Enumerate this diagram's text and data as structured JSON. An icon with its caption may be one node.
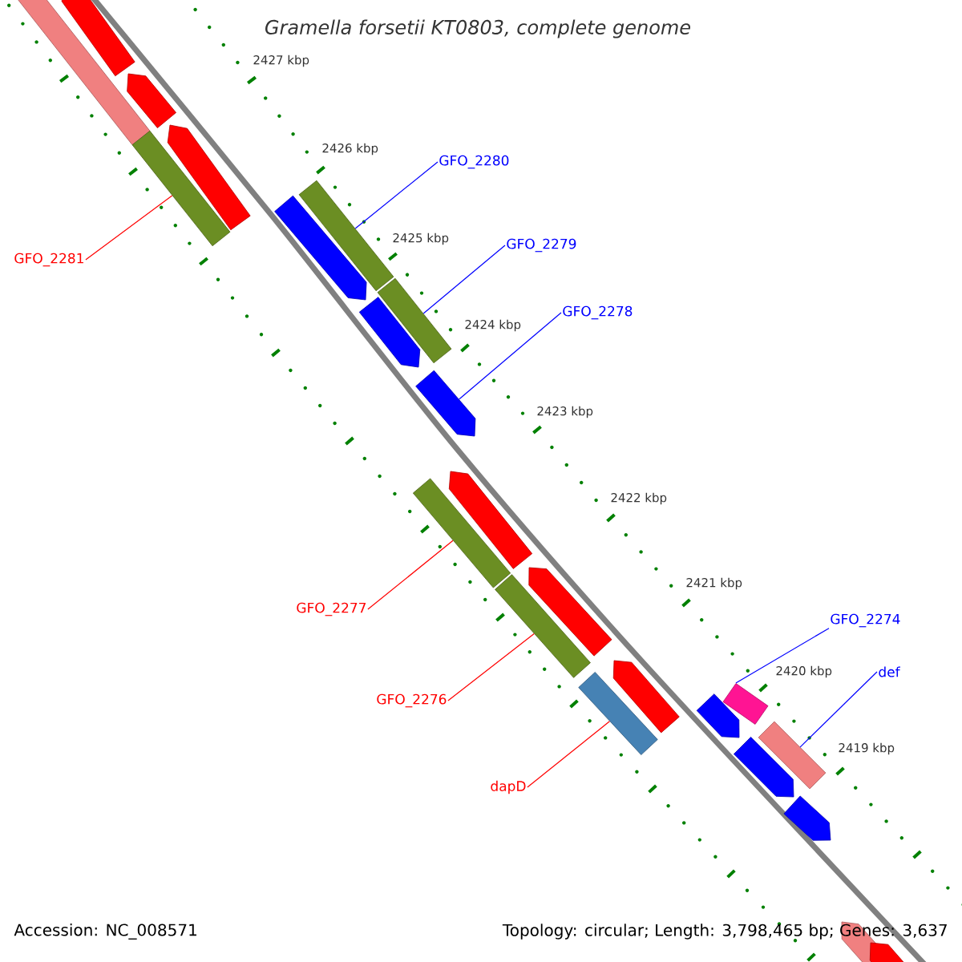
{
  "diagram": {
    "title": "Gramella forsetii KT0803, complete genome",
    "nodes": [
      {
        "text": [
          "GFO_2280"
        ]
      },
      {
        "text": [
          "GFO_2279"
        ]
      },
      {
        "text": [
          "GFO_2281"
        ]
      },
      {
        "text": [
          "GFO_2278"
        ]
      },
      {
        "text": [
          "GFO_2277"
        ]
      },
      {
        "text": [
          "GFO_2274"
        ]
      },
      {
        "text": [
          "def"
        ]
      },
      {
        "text": [
          "GFO_2276"
        ]
      },
      {
        "text": [
          "dapD"
        ]
      },
      {
        "text": [],
        "shape": "bar"
      },
      {
        "text": [],
        "shape": "bar"
      },
      {
        "text": [],
        "shape": "bar"
      },
      {
        "text": [],
        "shape": "arrow"
      },
      {
        "text": [],
        "shape": "bar"
      },
      {
        "text": [],
        "shape": "bar"
      },
      {
        "text": [],
        "shape": "bar"
      },
      {
        "text": [],
        "shape": "bar"
      },
      {
        "text": [],
        "shape": "bar"
      }
    ],
    "edges": [
      {
        "from": 0,
        "to": 9,
        "arrow": "none"
      },
      {
        "from": 1,
        "to": 10,
        "arrow": "none"
      },
      {
        "from": 2,
        "to": 11,
        "arrow": "none",
        "color": "#ff0000"
      },
      {
        "from": 3,
        "to": 12,
        "arrow": "none"
      },
      {
        "from": 4,
        "to": 13,
        "arrow": "none",
        "color": "#ff0000"
      },
      {
        "from": 5,
        "to": 14,
        "arrow": "none"
      },
      {
        "from": 6,
        "to": 15,
        "arrow": "none"
      },
      {
        "from": 7,
        "to": 16,
        "arrow": "none",
        "color": "#ff0000"
      },
      {
        "from": 8,
        "to": 17,
        "arrow": "none",
        "color": "#ff0000"
      }
    ],
    "labels": [
      "2427 kbp",
      "2426 kbp",
      "2425 kbp",
      "2424 kbp",
      "2423 kbp",
      "2422 kbp",
      "2421 kbp",
      "2420 kbp",
      "2419 kbp",
      "Accession: NC_008571",
      "Topology: circular; Length: 3,798,465 bp; Genes: 3,637"
    ]
  }
}
